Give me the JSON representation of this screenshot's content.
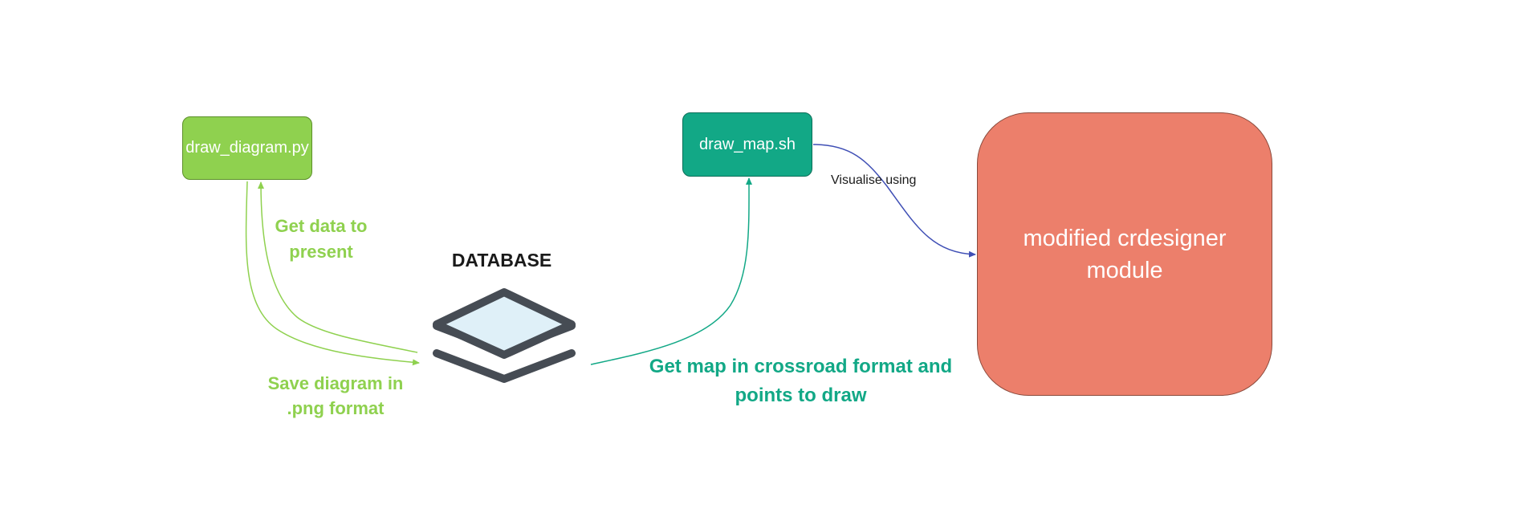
{
  "nodes": {
    "draw_diagram": "draw_diagram.py",
    "draw_map": "draw_map.sh",
    "crdesigner": "modified crdesigner module",
    "database": "DATABASE"
  },
  "edge_labels": {
    "get_data": "Get data to present",
    "save_diagram": "Save diagram in .png format",
    "get_map": "Get map in crossroad format and points to draw",
    "visualise": "Visualise using"
  },
  "colors": {
    "green": "#8fd14f",
    "teal": "#12a886",
    "salmon": "#ec7f6b",
    "blue_edge": "#3f4fb5",
    "db_dark": "#464c54",
    "db_fill": "#dff0f8"
  },
  "icons": {
    "database": "database-layers-icon"
  }
}
